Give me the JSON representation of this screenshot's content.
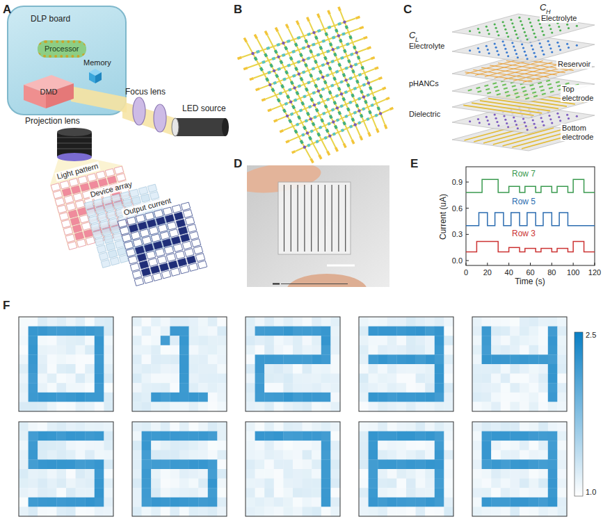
{
  "diagram": {
    "nodes": [
      {
        "text": [
          "DLP board"
        ]
      },
      {
        "text": [
          "Processor"
        ],
        "in": 0
      },
      {
        "text": [
          "DMD"
        ],
        "in": 0
      }
    ],
    "labels": [
      "A",
      "B",
      "C",
      "D",
      "E",
      "F",
      "Memory",
      "Focus lens",
      "LED source",
      "Projection lens",
      "Light pattern",
      "Device array",
      "Output current",
      "C",
      "H",
      "Electrolyte",
      "C",
      "L",
      "Electrolyte",
      "Reservoir",
      "pHANCs",
      "Top electrode",
      "Dielectric",
      "Bottom electrode",
      "Row 7",
      "Row 5",
      "Row 3",
      "0.9",
      "0.6",
      "0.3",
      "0.0",
      "Current (uA)",
      "0",
      "20",
      "40",
      "60",
      "80",
      "100",
      "120",
      "Time (s)",
      "2.5",
      "1.0"
    ]
  }
}
